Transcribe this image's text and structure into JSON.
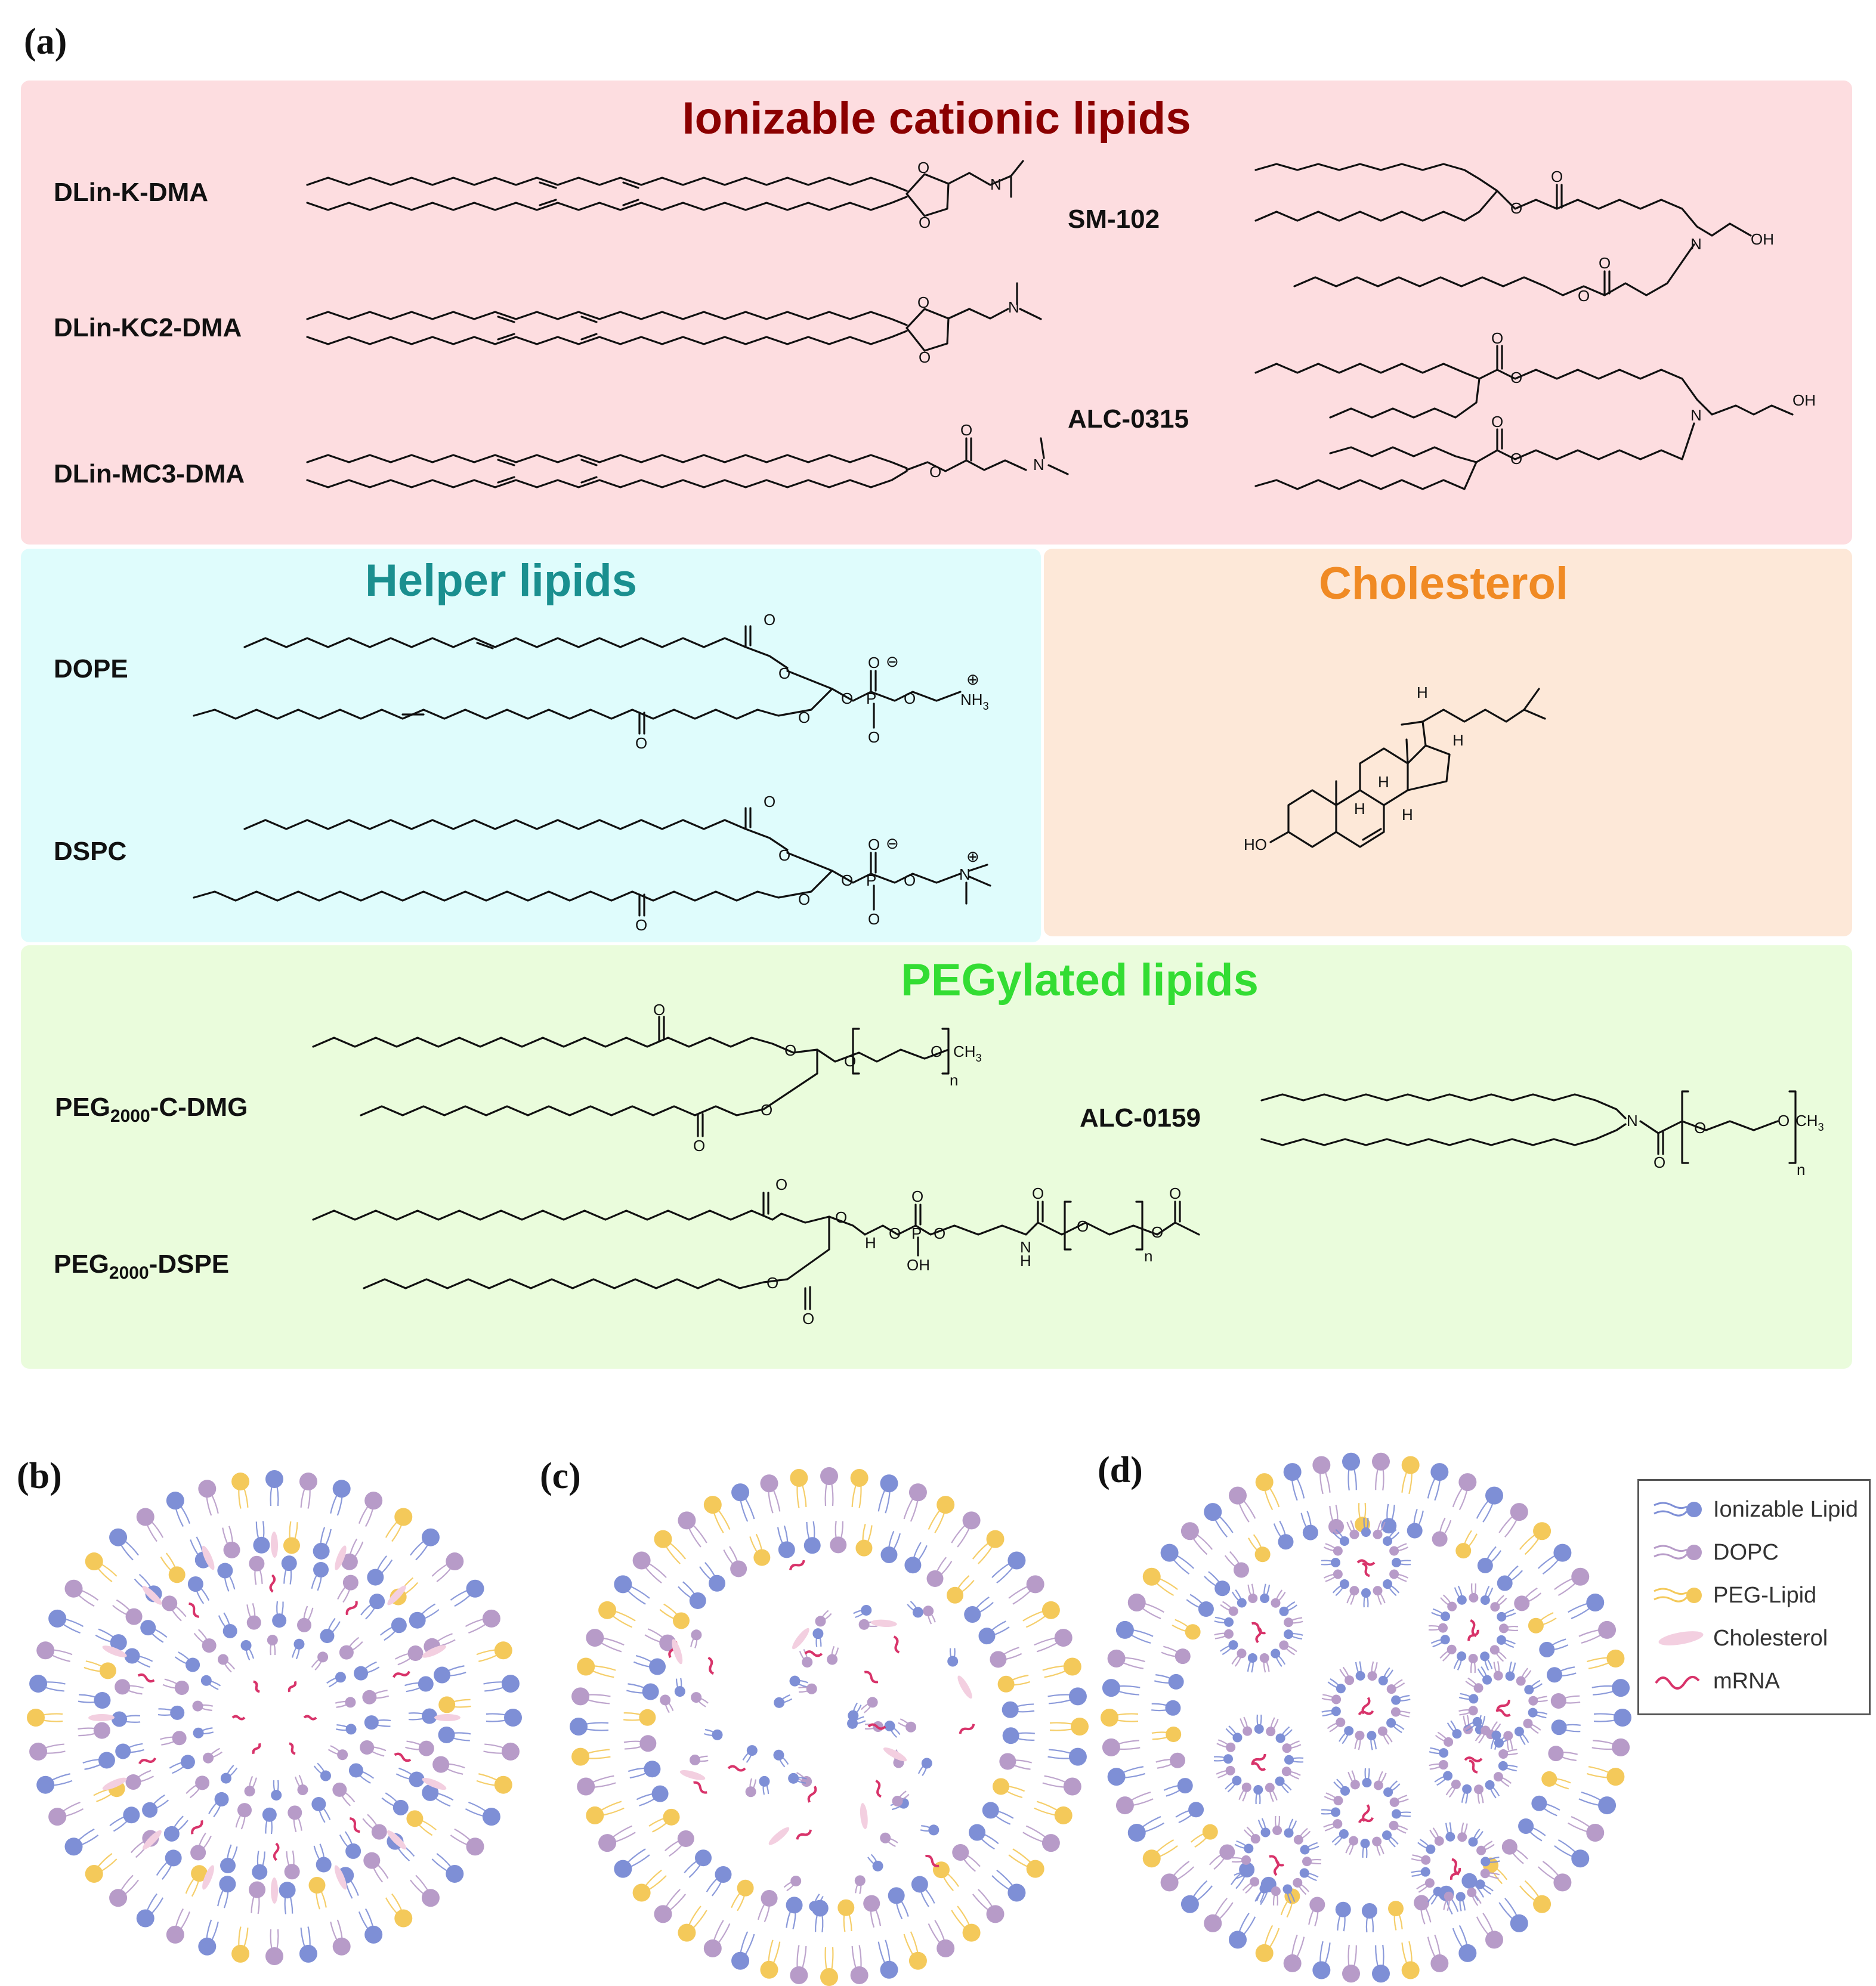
{
  "panels": {
    "a": "(a)",
    "b": "(b)",
    "c": "(c)",
    "d": "(d)"
  },
  "sections": {
    "ionizable": {
      "title": "Ionizable cationic lipids",
      "color": "#8b0000",
      "bg": "#fddde0"
    },
    "helper": {
      "title": "Helper lipids",
      "color": "#1a8f8f",
      "bg": "#dffcfc"
    },
    "cholesterol": {
      "title": "Cholesterol",
      "color": "#f08a24",
      "bg": "#fde8d8"
    },
    "peg": {
      "title": "PEGylated lipids",
      "color": "#33dd33",
      "bg": "#eafcdc"
    }
  },
  "lipids": {
    "dlin_k_dma": "DLin-K-DMA",
    "dlin_kc2_dma": "DLin-KC2-DMA",
    "dlin_mc3_dma": "DLin-MC3-DMA",
    "sm102": "SM-102",
    "alc0315": "ALC-0315",
    "dope": "DOPE",
    "dspc": "DSPC",
    "peg_c_dmg": {
      "prefix": "PEG",
      "sub": "2000",
      "suffix": "-C-DMG"
    },
    "alc0159": "ALC-0159",
    "peg_dspe": {
      "prefix": "PEG",
      "sub": "2000",
      "suffix": "-DSPE"
    }
  },
  "atoms": {
    "O": "O",
    "N": "N",
    "OH": "OH",
    "P": "P",
    "H": "H",
    "HO": "HO",
    "NH3": "NH",
    "NH3_sub": "3",
    "CH3": "CH",
    "CH3_sub": "3",
    "n": "n",
    "minus": "⊖",
    "plus": "⊕"
  },
  "legend": [
    {
      "label": "Ionizable Lipid",
      "icon": "ionizable-lipid-icon",
      "color": "#7e8fd6"
    },
    {
      "label": "DOPC",
      "icon": "dopc-icon",
      "color": "#b79bc8"
    },
    {
      "label": "PEG-Lipid",
      "icon": "peg-lipid-icon",
      "color": "#f4c95a"
    },
    {
      "label": "Cholesterol",
      "icon": "cholesterol-icon",
      "color": "#f3cfe0"
    },
    {
      "label": "mRNA",
      "icon": "mrna-icon",
      "color": "#d8336a"
    }
  ]
}
